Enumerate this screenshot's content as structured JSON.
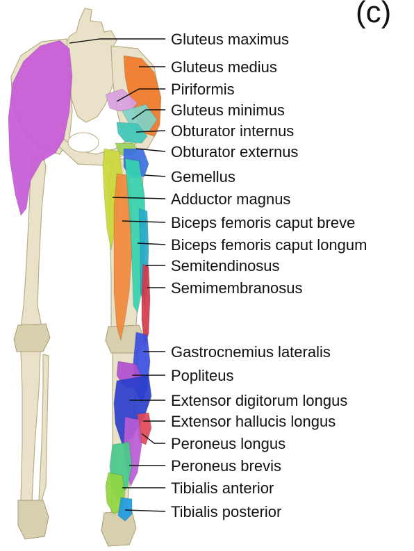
{
  "figure": {
    "panel_letter": "(c)",
    "colors": {
      "gluteus_maximus": "#c65ad8",
      "gluteus_medius": "#ef7a2a",
      "piriformis": "#d7a0e0",
      "gluteus_minimus": "#7fd3c8",
      "obturator_internus": "#3fc7b8",
      "obturator_externus": "#3b6fe0",
      "gemellus": "#9bd35a",
      "adductor_magnus": "#c9d83a",
      "biceps_breve": "#f08a3c",
      "biceps_longum": "#36d3b0",
      "semitendinosus": "#2aa9c9",
      "semimembranosus": "#d13a4a",
      "gastrocnemius_lateralis": "#3a4ee0",
      "popliteus": "#b04fd0",
      "extensor_digitorum_longus": "#2a3fcc",
      "extensor_hallucis_longus": "#e0485a",
      "peroneus_longus": "#b95bd6",
      "peroneus_brevis": "#49c98b",
      "tibialis_anterior": "#8fd640",
      "tibialis_posterior": "#1e9be0",
      "bone": "#e9e2c8"
    },
    "labels": [
      "Gluteus maximus",
      "Gluteus medius",
      "Piriformis",
      "Gluteus minimus",
      "Obturator internus",
      "Obturator externus",
      "Gemellus",
      "Adductor magnus",
      "Biceps femoris caput breve",
      "Biceps femoris caput longum",
      "Semitendinosus",
      "Semimembranosus",
      "Gastrocnemius lateralis",
      "Popliteus",
      "Extensor digitorum longus",
      "Extensor hallucis longus",
      "Peroneus longus",
      "Peroneus brevis",
      "Tibialis anterior",
      "Tibialis posterior"
    ]
  }
}
